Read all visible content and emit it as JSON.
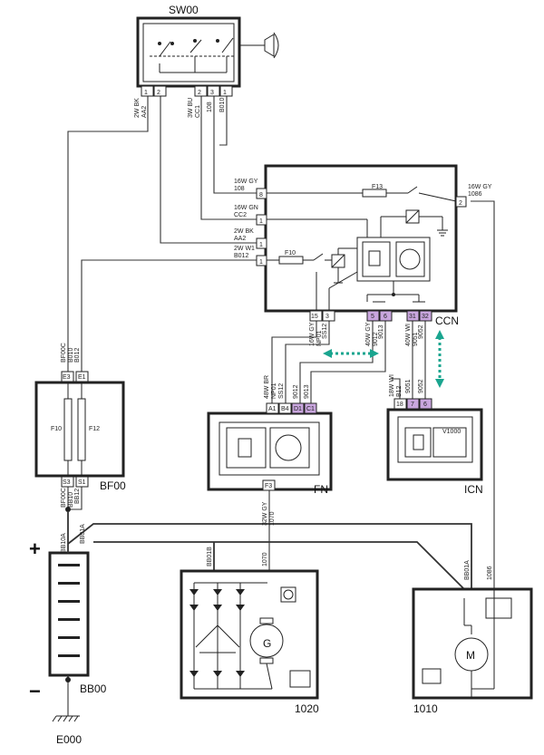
{
  "components": {
    "sw00": {
      "name": "SW00",
      "pins": [
        "1",
        "2",
        "2",
        "3",
        "1"
      ],
      "wires": [
        "2W BK\nAA2",
        "3W BU\nCC1",
        "108",
        "B010"
      ]
    },
    "ccn": {
      "name": "CCN",
      "left_pins": [
        "8",
        "1",
        "1",
        "1"
      ],
      "left_wires": [
        "16W GY\n108",
        "16W GN\nCC2",
        "2W BK\nAA2",
        "2W W1\nB012"
      ],
      "right_pin": "2",
      "right_wire": "16W GY\n1086",
      "fuses": [
        "F13",
        "F10"
      ],
      "bottom_pins": [
        "15",
        "3",
        "5",
        "6",
        "31",
        "32"
      ],
      "bottom_wires": [
        "16W GY\nNP01",
        "SS12",
        "40W GY\n9012",
        "9013",
        "40W WI\n9051",
        "9052"
      ]
    },
    "bf00": {
      "name": "BF00",
      "top_pins": [
        "E3",
        "E1"
      ],
      "bottom_pins": [
        "S3",
        "S1"
      ],
      "fuses": [
        "F10",
        "F12"
      ],
      "top_wires": [
        "BF00C\nB010",
        "B012"
      ],
      "bottom_wires": [
        "BF00C\nBB10",
        "BB12"
      ]
    },
    "fn": {
      "name": "FN",
      "pins": [
        "A1",
        "B4",
        "D1",
        "C1"
      ],
      "bottom_pin": "F3",
      "wires": [
        "48W BR\nNP01",
        "SS12",
        "9012",
        "9013"
      ],
      "out_wire": "32W GY\n1070"
    },
    "icn": {
      "name": "ICN",
      "pins": [
        "18",
        "7",
        "6"
      ],
      "sub": "V1000",
      "wires": [
        "18W WI\nB12",
        "9051",
        "9052"
      ]
    },
    "bb00": {
      "name": "BB00",
      "wire": "BB10A",
      "wire2": "BB01A",
      "plus": "+",
      "minus": "−"
    },
    "gen": {
      "name": "1020",
      "wires": [
        "BB01B",
        "1070"
      ]
    },
    "starter": {
      "name": "1010",
      "wires": [
        "BB01A",
        "1086"
      ]
    },
    "ground": {
      "name": "E000"
    }
  }
}
